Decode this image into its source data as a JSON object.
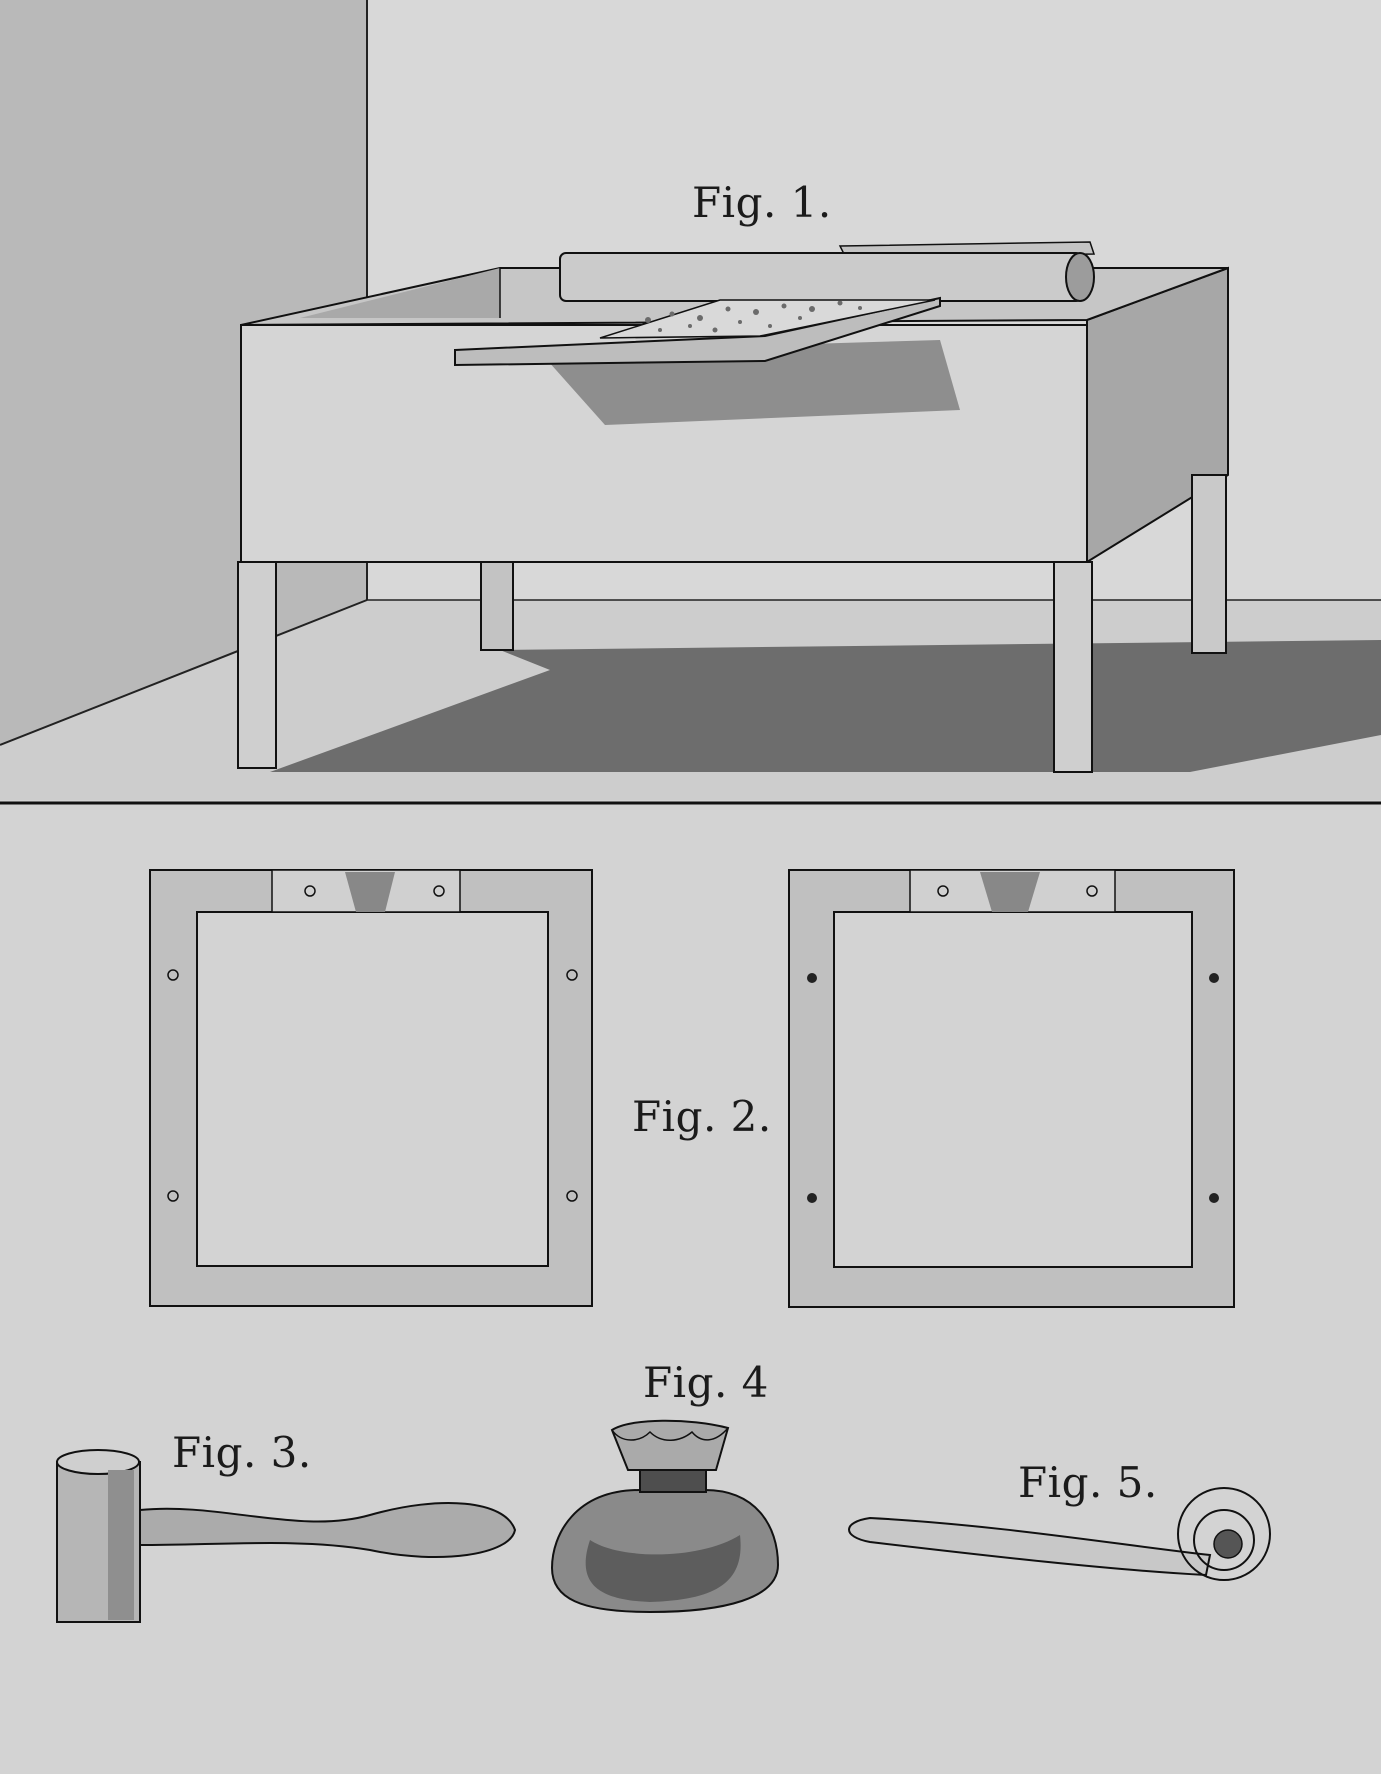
{
  "plate": {
    "medium": "ink and wash drawing, monochrome",
    "colors": {
      "paper": "#d3d3d3",
      "ink": "#1b1b1b",
      "wash_light": "#bcbcbc",
      "wash_mid": "#9a9a9a",
      "wash_dark": "#6e6e6e"
    }
  },
  "figures": [
    {
      "id": "fig1",
      "label": "Fig. 1.",
      "subject": "open wooden trough on four legs with a roller and a board"
    },
    {
      "id": "fig2",
      "label": "Fig. 2.",
      "subject": "pair of square frames"
    },
    {
      "id": "fig3",
      "label": "Fig. 3.",
      "subject": "wooden mallet"
    },
    {
      "id": "fig4",
      "label": "Fig. 4",
      "subject": "tied cloth bag"
    },
    {
      "id": "fig5",
      "label": "Fig. 5.",
      "subject": "rolled strip"
    }
  ]
}
